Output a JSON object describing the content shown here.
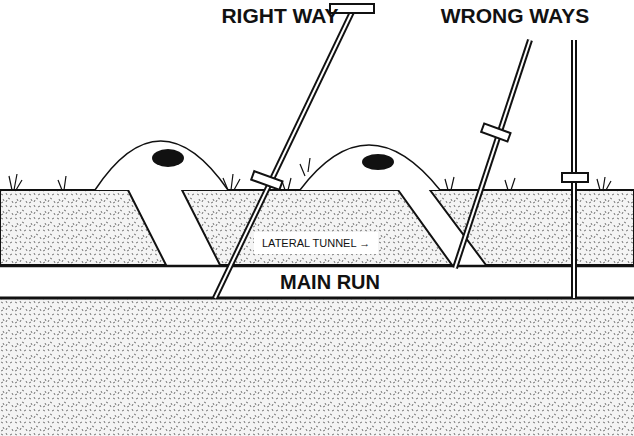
{
  "diagram": {
    "nodes": [
      {
        "text": [
          "LATERAL TUNNEL →"
        ]
      }
    ],
    "labels": [
      "RIGHT WAY",
      "WRONG WAYS",
      "MAIN RUN"
    ]
  }
}
